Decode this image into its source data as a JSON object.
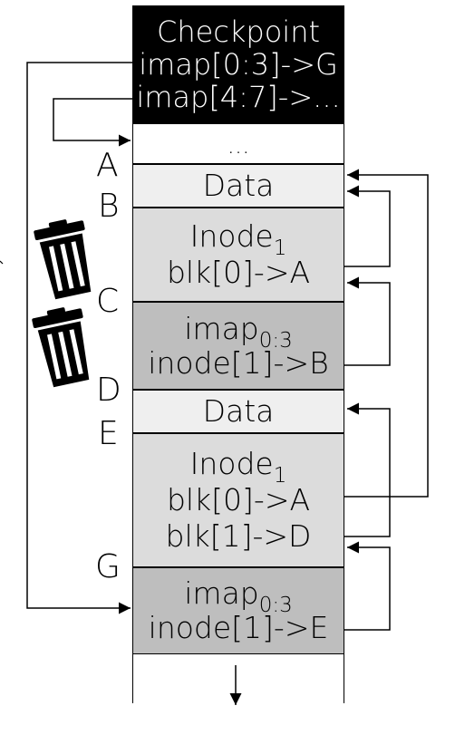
{
  "checkpoint": {
    "title": "Checkpoint",
    "line1": "imap[0:3]->G",
    "line2": "imap[4:7]->..."
  },
  "ellipsis": "...",
  "addresses": [
    "A",
    "B",
    "C",
    "D",
    "E",
    "G"
  ],
  "blocks": {
    "data_a": "Data",
    "inode_b": {
      "name": "Inode",
      "sub": "1",
      "line1": "blk[0]->A"
    },
    "imap_c": {
      "name": "imap",
      "sub": "0:3",
      "line1": "inode[1]->B"
    },
    "data_d": "Data",
    "inode_e": {
      "name": "Inode",
      "sub": "1",
      "line1": "blk[0]->A",
      "line2": "blk[1]->D"
    },
    "imap_g": {
      "name": "imap",
      "sub": "0:3",
      "line1": "inode[1]->E"
    }
  },
  "icons": [
    "trash-can-icon",
    "trash-can-icon"
  ]
}
